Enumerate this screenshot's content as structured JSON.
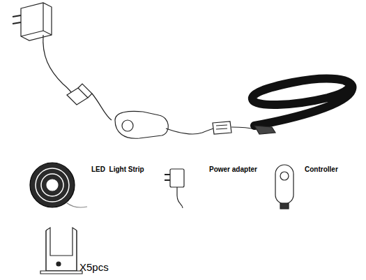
{
  "diagram": {
    "labels": [
      "LED  Light Strip",
      "Power adapter",
      "Controller",
      "X5pcs"
    ]
  }
}
